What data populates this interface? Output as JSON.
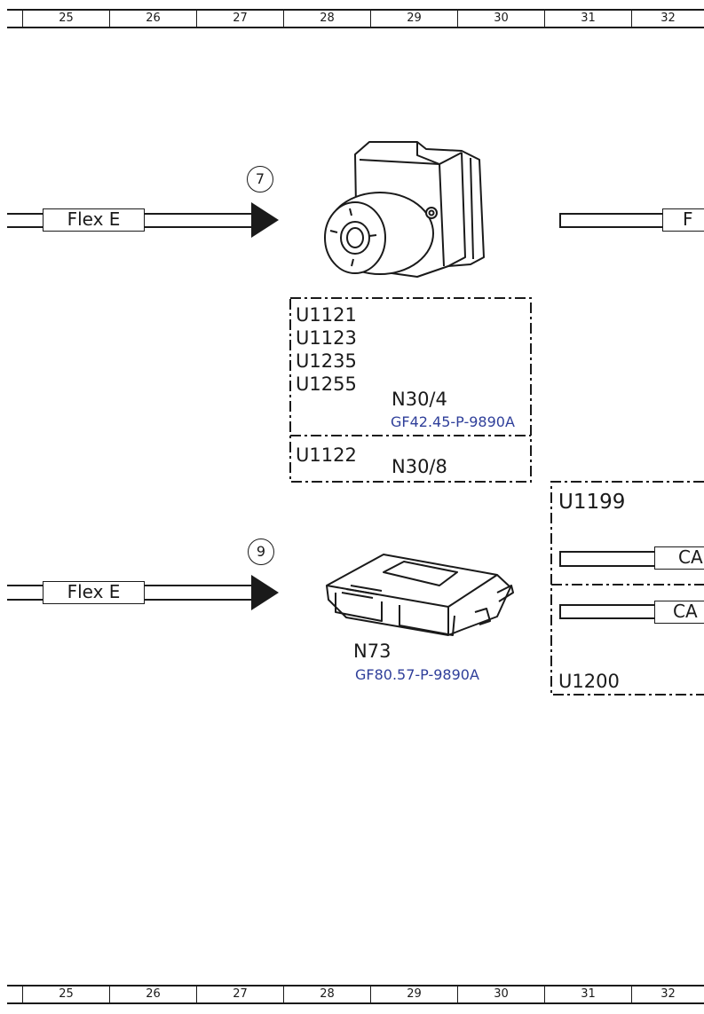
{
  "ruler": {
    "columns": [
      "25",
      "26",
      "27",
      "28",
      "29",
      "30",
      "31",
      "32"
    ]
  },
  "connections": [
    {
      "number": "7",
      "label": "Flex E"
    },
    {
      "number": "9",
      "label": "Flex E"
    }
  ],
  "right_connector_top": {
    "label": "F"
  },
  "abs_module": {
    "codes": [
      "U1121",
      "U1123",
      "U1235",
      "U1255"
    ],
    "component": "N30/4",
    "reference": "GF42.45-P-9890A",
    "sub_code": "U1122",
    "sub_component": "N30/8"
  },
  "control_unit": {
    "component": "N73",
    "reference": "GF80.57-P-9890A"
  },
  "right_group": {
    "top_code": "U1199",
    "bottom_code": "U1200",
    "tags": [
      "CA",
      "CA"
    ]
  }
}
